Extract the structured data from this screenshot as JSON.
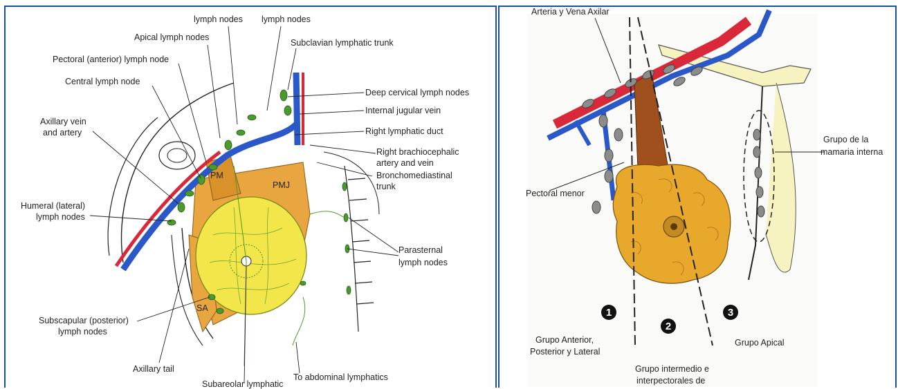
{
  "left": {
    "labels": {
      "lymph_nodes_1": "lymph nodes",
      "lymph_nodes_2": "lymph nodes",
      "apical": "Apical lymph nodes",
      "subclavian": "Subclavian lymphatic trunk",
      "pectoral": "Pectoral (anterior) lymph node",
      "central": "Central lymph node",
      "deep_cervical": "Deep cervical lymph nodes",
      "internal_jugular": "Internal jugular vein",
      "right_lymphatic": "Right lymphatic duct",
      "axillary_vein_1": "Axillary vein",
      "axillary_vein_2": "and artery",
      "right_brachio_1": "Right brachiocephalic",
      "right_brachio_2": "artery and vein",
      "broncho_1": "Bronchomediastinal",
      "broncho_2": "trunk",
      "humeral_1": "Humeral (lateral)",
      "humeral_2": "lymph nodes",
      "parasternal_1": "Parasternal",
      "parasternal_2": "lymph nodes",
      "subscapular_1": "Subscapular (posterior)",
      "subscapular_2": "lymph nodes",
      "axillary_tail": "Axillary tail",
      "subareolar": "Subareolar lymphatic",
      "abdominal": "To abdominal lymphatics",
      "pm": "PM",
      "pmj": "PMJ",
      "sa": "SA"
    }
  },
  "right": {
    "labels": {
      "arteria": "Arteria y Vena Axilar",
      "pectoral_menor": "Pectoral menor",
      "mamaria_1": "Grupo de la",
      "mamaria_2": "mamaria interna",
      "anterior_1": "Grupo Anterior,",
      "anterior_2": "Posterior y Lateral",
      "apical": "Grupo Apical",
      "intermedio_1": "Grupo intermedio e",
      "intermedio_2": "interpectorales de",
      "n1": "1",
      "n2": "2",
      "n3": "3"
    }
  },
  "colors": {
    "frame": "#1a4fa0",
    "artery": "#d8283a",
    "vein": "#2a58c8",
    "breast": "#f2e64a",
    "muscle": "#e8a540",
    "node_green": "#4a9a2e",
    "gland": "#e8a82c",
    "pectoral_minor": "#a0501c",
    "node_gray": "#8c8c8c",
    "skin": "#f7f3c0"
  }
}
